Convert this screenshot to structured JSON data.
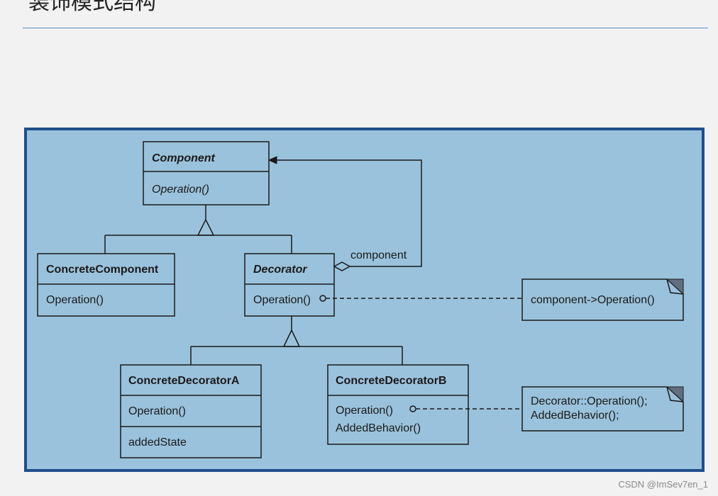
{
  "page": {
    "title": "装饰模式结构",
    "watermark": "CSDN @ImSev7en_1"
  },
  "diagram": {
    "colors": {
      "frame": "#1f4e8c",
      "background": "#9ac2dc",
      "line": "#1a1a1a"
    },
    "classes": {
      "component": {
        "name": "Component",
        "operations": [
          "Operation()"
        ]
      },
      "concrete_component": {
        "name": "ConcreteComponent",
        "operations": [
          "Operation()"
        ]
      },
      "decorator": {
        "name": "Decorator",
        "operations": [
          "Operation()"
        ]
      },
      "concrete_decorator_a": {
        "name": "ConcreteDecoratorA",
        "operations": [
          "Operation()"
        ],
        "attributes": [
          "addedState"
        ]
      },
      "concrete_decorator_b": {
        "name": "ConcreteDecoratorB",
        "operations": [
          "Operation()",
          "AddedBehavior()"
        ]
      }
    },
    "association_label": "component",
    "notes": {
      "decorator_note": [
        "component->Operation()"
      ],
      "concrete_b_note": [
        "Decorator::Operation();",
        "AddedBehavior();"
      ]
    }
  }
}
